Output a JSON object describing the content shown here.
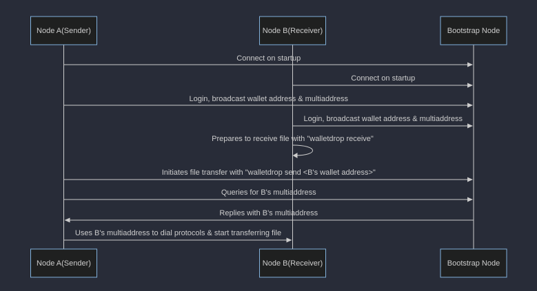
{
  "colors": {
    "background": "#282c38",
    "actor_fill": "#1f2020",
    "actor_border": "#81b1db",
    "line": "#cccccc",
    "text": "#cccccc"
  },
  "actors": [
    {
      "id": "a",
      "label": "Node A(Sender)"
    },
    {
      "id": "b",
      "label": "Node B(Receiver)"
    },
    {
      "id": "bs",
      "label": "Bootstrap Node"
    }
  ],
  "messages": [
    {
      "from": "a",
      "to": "bs",
      "text": "Connect on startup"
    },
    {
      "from": "b",
      "to": "bs",
      "text": "Connect on startup"
    },
    {
      "from": "a",
      "to": "bs",
      "text": "Login, broadcast wallet address & multiaddress"
    },
    {
      "from": "b",
      "to": "bs",
      "text": "Login, broadcast wallet address & multiaddress"
    },
    {
      "from": "b",
      "to": "b",
      "text": "Prepares to receive file with \"walletdrop receive\""
    },
    {
      "from": "a",
      "to": "bs",
      "text": "Initiates file transfer with \"walletdrop send <B's wallet address>\""
    },
    {
      "from": "a",
      "to": "bs",
      "text": "Queries for B's multiaddress"
    },
    {
      "from": "bs",
      "to": "a",
      "text": "Replies with B's multiaddress"
    },
    {
      "from": "a",
      "to": "b",
      "text": "Uses B's multiaddress to dial protocols & start transferring file"
    }
  ]
}
